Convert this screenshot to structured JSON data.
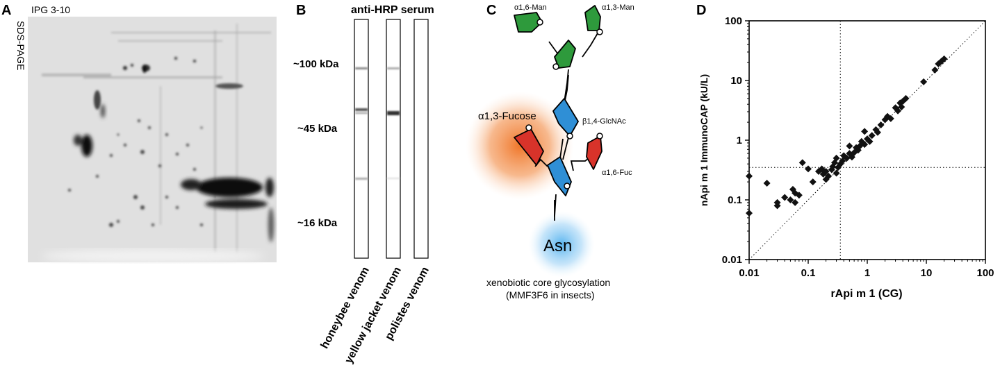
{
  "panels": {
    "a": {
      "letter": "A",
      "top_label": "IPG 3-10",
      "side_label": "SDS-PAGE"
    },
    "b": {
      "letter": "B",
      "title": "anti-HRP serum",
      "markers": [
        "~100 kDa",
        "~45 kDa",
        "~16 kDa"
      ],
      "lanes": [
        "honeybee venom",
        "yellow jacket venom",
        "polistes venom"
      ]
    },
    "c": {
      "letter": "C",
      "labels": {
        "man16": "α1,6-Man",
        "man13": "α1,3-Man",
        "glcnac": "β1,4-GlcNAc",
        "fuc13": "α1,3-Fucose",
        "fuc16": "α1,6-Fuc",
        "asn": "Asn"
      },
      "caption_line1": "xenobiotic core glycosylation",
      "caption_line2": "(MMF3F6 in insects)",
      "colors": {
        "mannose": "#2e9a3c",
        "glcnac": "#2f8fd6",
        "fucose": "#d8332a",
        "fucose_glow": "#f08a3e",
        "asn_glow": "#62b8ef"
      }
    },
    "d": {
      "letter": "D"
    }
  },
  "chart_data": {
    "type": "scatter",
    "xlabel": "rApi m 1 (CG)",
    "ylabel": "nApi m 1 ImmunoCAP (kU/L)",
    "xscale": "log",
    "yscale": "log",
    "xlim": [
      0.01,
      100
    ],
    "ylim": [
      0.01,
      100
    ],
    "xticks": [
      "0.01",
      "0.1",
      "1",
      "10",
      "100"
    ],
    "yticks": [
      "0.01",
      "0.1",
      "1",
      "10",
      "100"
    ],
    "cutoff_x": 0.35,
    "cutoff_y": 0.35,
    "identity_line": true,
    "points": [
      [
        0.01,
        0.25
      ],
      [
        0.01,
        0.06
      ],
      [
        0.02,
        0.19
      ],
      [
        0.03,
        0.08
      ],
      [
        0.03,
        0.09
      ],
      [
        0.04,
        0.11
      ],
      [
        0.05,
        0.1
      ],
      [
        0.055,
        0.15
      ],
      [
        0.06,
        0.13
      ],
      [
        0.06,
        0.09
      ],
      [
        0.07,
        0.12
      ],
      [
        0.08,
        0.42
      ],
      [
        0.1,
        0.33
      ],
      [
        0.15,
        0.3
      ],
      [
        0.17,
        0.33
      ],
      [
        0.18,
        0.27
      ],
      [
        0.2,
        0.3
      ],
      [
        0.22,
        0.25
      ],
      [
        0.25,
        0.32
      ],
      [
        0.26,
        0.36
      ],
      [
        0.28,
        0.42
      ],
      [
        0.3,
        0.28
      ],
      [
        0.32,
        0.35
      ],
      [
        0.35,
        0.4
      ],
      [
        0.38,
        0.45
      ],
      [
        0.4,
        0.55
      ],
      [
        0.45,
        0.5
      ],
      [
        0.5,
        0.6
      ],
      [
        0.55,
        0.52
      ],
      [
        0.6,
        0.62
      ],
      [
        0.65,
        0.75
      ],
      [
        0.7,
        0.68
      ],
      [
        0.75,
        0.8
      ],
      [
        0.8,
        0.95
      ],
      [
        0.9,
        0.85
      ],
      [
        1.0,
        1.05
      ],
      [
        1.1,
        0.95
      ],
      [
        1.2,
        1.2
      ],
      [
        1.4,
        1.5
      ],
      [
        1.5,
        1.35
      ],
      [
        1.7,
        1.8
      ],
      [
        2.0,
        2.2
      ],
      [
        2.2,
        2.5
      ],
      [
        2.5,
        2.3
      ],
      [
        3.0,
        3.5
      ],
      [
        3.3,
        3.1
      ],
      [
        3.6,
        4.2
      ],
      [
        4.0,
        4.5
      ],
      [
        4.5,
        5.0
      ],
      [
        3.8,
        3.6
      ],
      [
        14.0,
        15.0
      ],
      [
        16.0,
        19.0
      ],
      [
        18.0,
        21.0
      ],
      [
        20.0,
        23.0
      ],
      [
        9.0,
        9.5
      ],
      [
        0.9,
        1.4
      ],
      [
        0.5,
        0.8
      ],
      [
        0.3,
        0.5
      ],
      [
        0.2,
        0.22
      ],
      [
        0.12,
        0.2
      ]
    ]
  }
}
